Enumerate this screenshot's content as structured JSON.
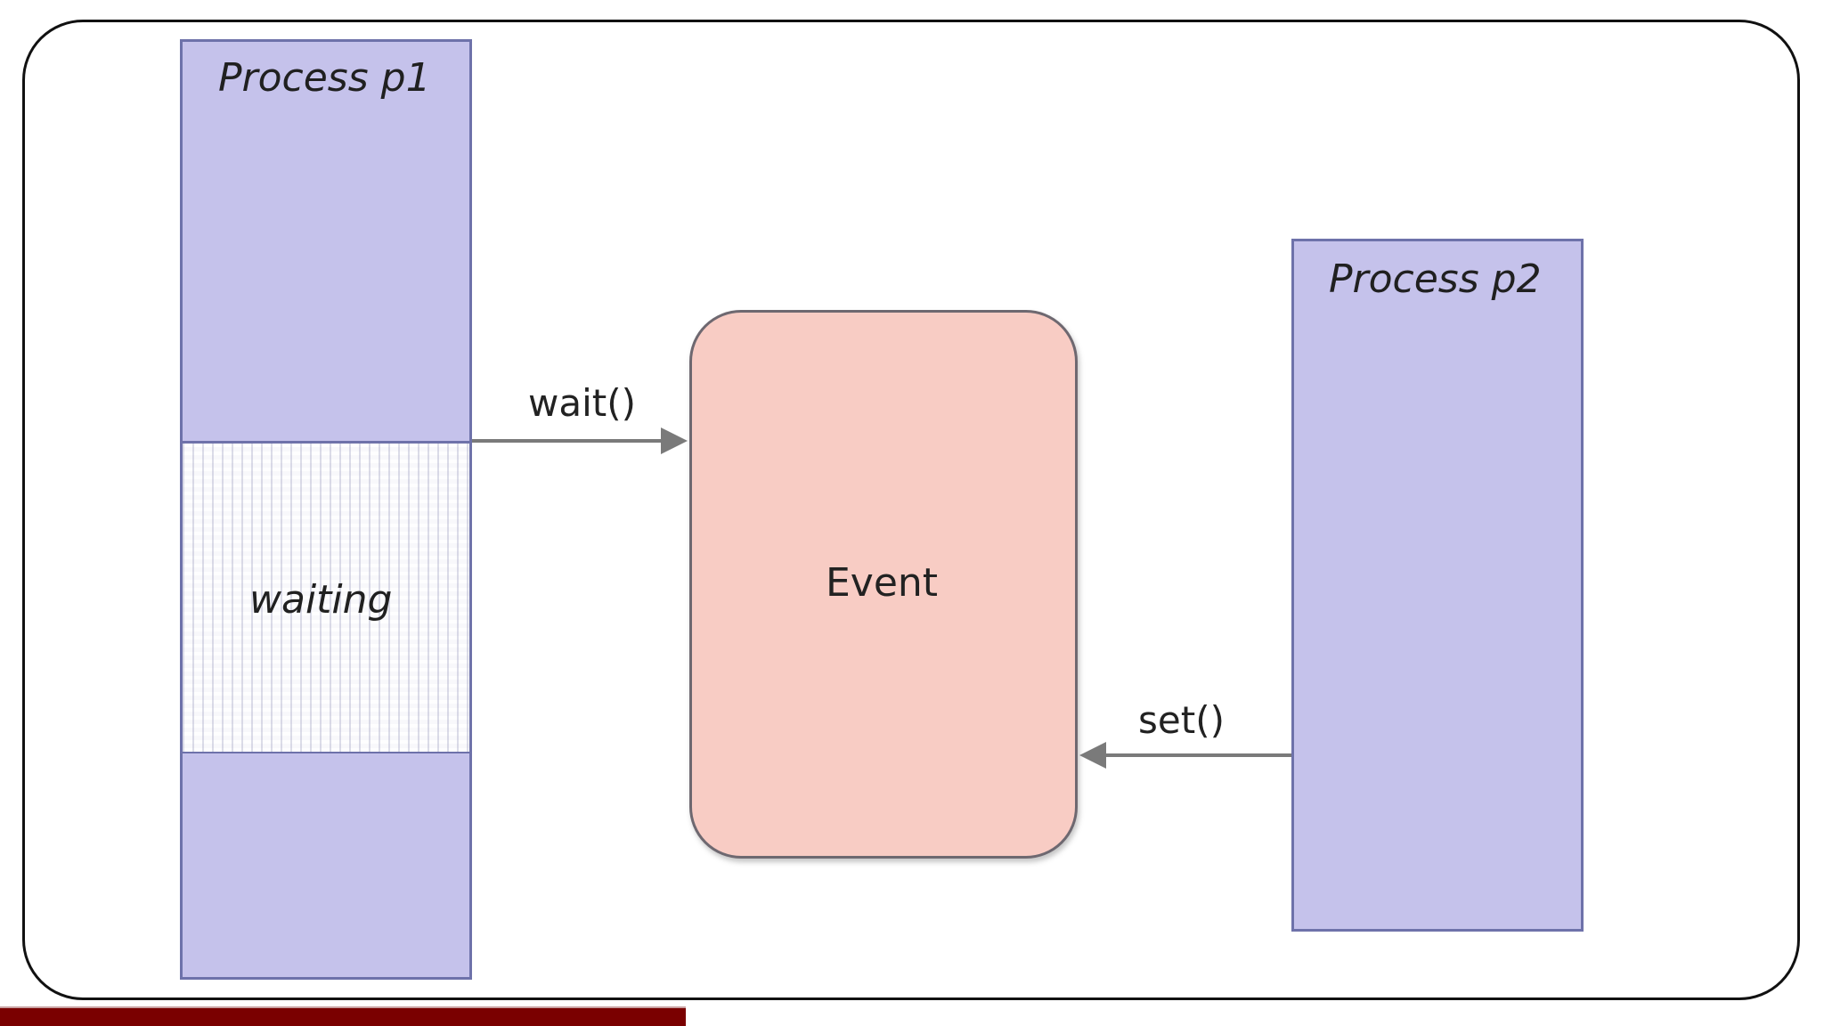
{
  "diagram": {
    "process_p1": {
      "title": "Process p1",
      "state_label": "waiting"
    },
    "process_p2": {
      "title": "Process p2"
    },
    "event": {
      "label": "Event"
    },
    "edges": {
      "wait_call": "wait()",
      "set_call": "set()"
    }
  },
  "colors": {
    "process_fill": "#c5c2eb",
    "process_border": "#6e72aa",
    "event_fill": "#f8ccc4",
    "arrow": "#7a7a7a",
    "accent_bar": "#7a0000"
  }
}
